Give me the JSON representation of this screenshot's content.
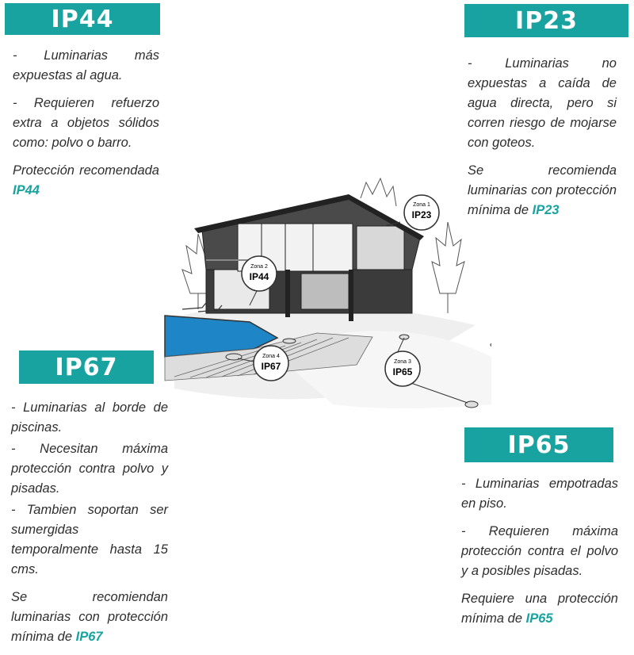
{
  "zones": {
    "ip44": {
      "badge": "IP44",
      "points": [
        "- Luminarias más expuestas al agua.",
        "- Requieren refuerzo extra a objetos sólidos como: polvo o barro."
      ],
      "rec_text": "Protección recomendada",
      "rec_code": "IP44"
    },
    "ip23": {
      "badge": "IP23",
      "points": [
        "- Luminarias no expuestas a caída de agua directa, pero si corren riesgo de mojarse con goteos."
      ],
      "rec_text": "Se recomienda luminarias con protección mínima de",
      "rec_code": "IP23"
    },
    "ip67": {
      "badge": "IP67",
      "points": [
        "- Luminarias al borde de piscinas.",
        "- Necesitan máxima protección contra polvo y pisadas.",
        "- Tambien soportan ser sumergidas temporalmente hasta 15 cms."
      ],
      "rec_text": "Se recomiendan luminarias con protección mínima de",
      "rec_code": "IP67"
    },
    "ip65": {
      "badge": "IP65",
      "points": [
        "- Luminarias empotradas en piso.",
        "- Requieren máxima protección contra el polvo y a posibles pisadas."
      ],
      "rec_text": "Requiere una protección mínima de",
      "rec_code": "IP65"
    }
  },
  "illustration": {
    "callouts": [
      {
        "zone": "Zona 1",
        "code": "IP23"
      },
      {
        "zone": "Zona 2",
        "code": "IP44"
      },
      {
        "zone": "Zona 3",
        "code": "IP65"
      },
      {
        "zone": "Zona 4",
        "code": "IP67"
      }
    ]
  },
  "colors": {
    "accent": "#18a3a0",
    "pool": "#1e86c6",
    "text": "#2e2e2e"
  }
}
